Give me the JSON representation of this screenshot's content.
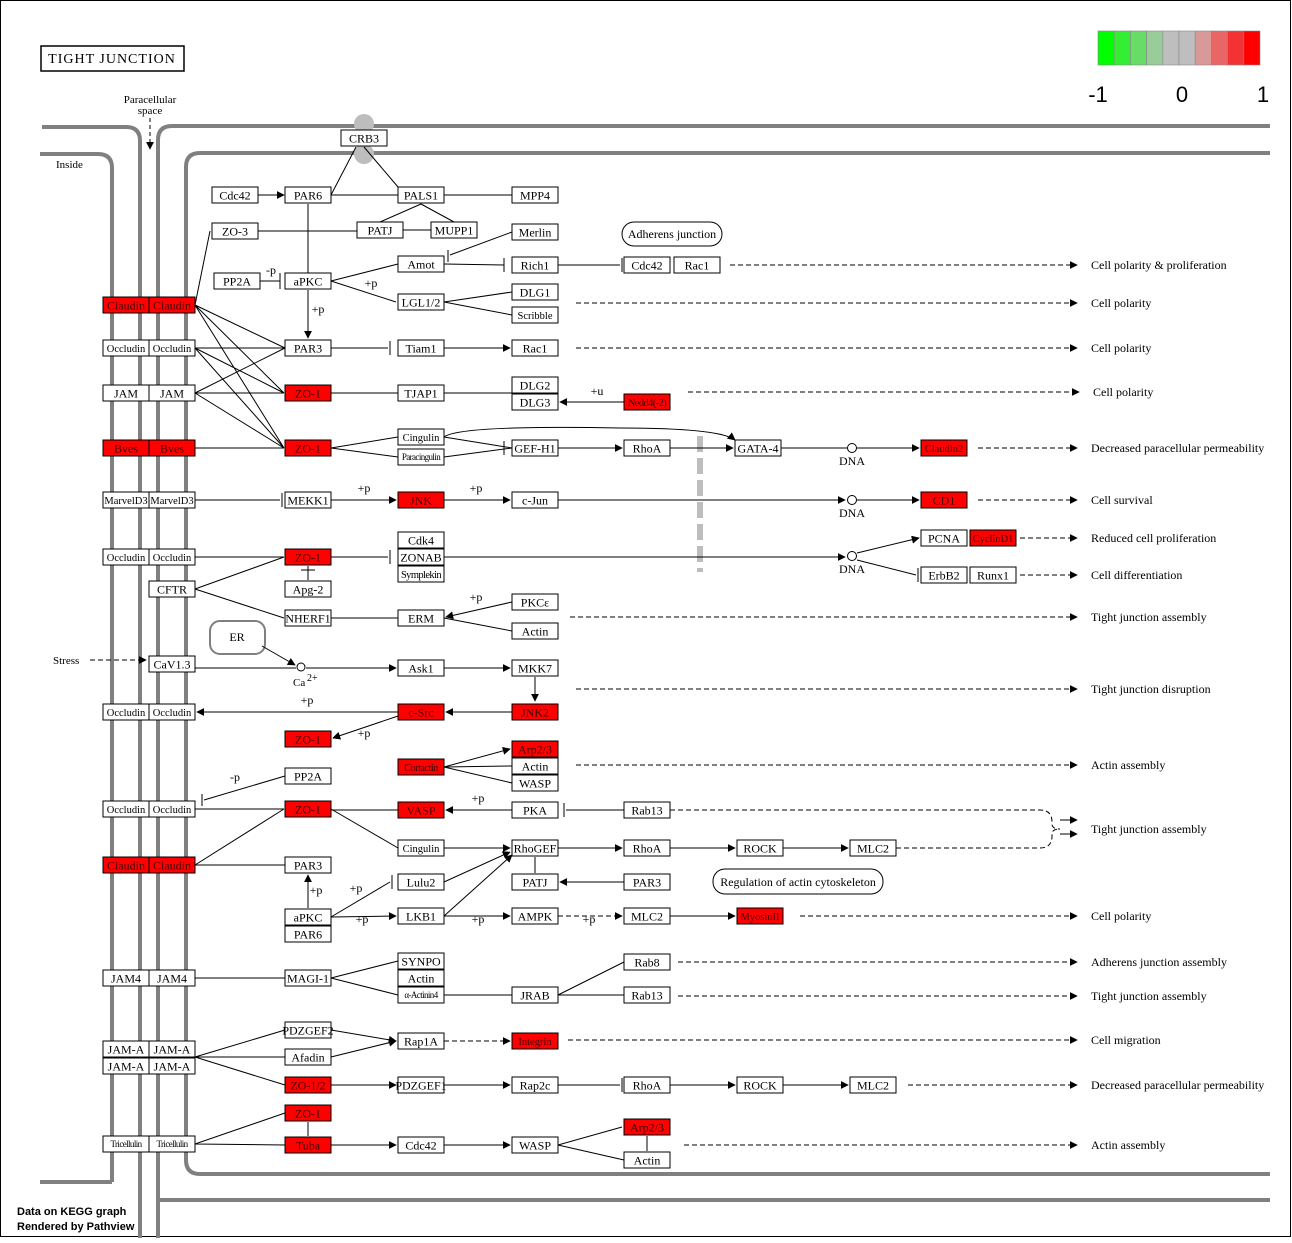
{
  "title": "TIGHT JUNCTION",
  "legend": {
    "colors": [
      "#00ff00",
      "#33ee33",
      "#66dd66",
      "#99cc99",
      "#bebebe",
      "#bebebe",
      "#d99999",
      "#e96666",
      "#f33333",
      "#ff0000"
    ],
    "ticks": [
      "-1",
      "0",
      "1"
    ]
  },
  "colors": {
    "up": "#ff0000",
    "none": "#ffffff",
    "membrane": "#808080"
  },
  "labels": {
    "paracellular": [
      "Paracellular",
      "space"
    ],
    "inside": "Inside",
    "stress": "Stress",
    "er": "ER",
    "ca": "Ca",
    "ca_sup": "2+",
    "adherens": "Adherens junction",
    "regulation": "Regulation of actin cytoskeleton",
    "footer": [
      "Data on KEGG graph",
      "Rendered by Pathview"
    ]
  },
  "boxes": [
    [
      "CRB3",
      364,
      138,
      46,
      "n"
    ],
    [
      "Cdc42",
      235,
      195,
      46,
      "n"
    ],
    [
      "PAR6",
      308,
      195,
      46,
      "n"
    ],
    [
      "PALS1",
      421,
      195,
      46,
      "n"
    ],
    [
      "MPP4",
      535,
      195,
      46,
      "n"
    ],
    [
      "ZO-3",
      235,
      231,
      46,
      "n"
    ],
    [
      "PATJ",
      380,
      230,
      46,
      "n"
    ],
    [
      "MUPP1",
      454,
      230,
      46,
      "n"
    ],
    [
      "Merlin",
      535,
      232,
      46,
      "n"
    ],
    [
      "PP2A",
      237,
      281,
      46,
      "n"
    ],
    [
      "aPKC",
      308,
      281,
      46,
      "n"
    ],
    [
      "Amot",
      421,
      264,
      46,
      "n"
    ],
    [
      "Rich1",
      535,
      265,
      46,
      "n"
    ],
    [
      "Cdc42",
      647,
      265,
      46,
      "n"
    ],
    [
      "Rac1",
      697,
      265,
      46,
      "n"
    ],
    [
      "LGL1/2",
      421,
      302,
      46,
      "n"
    ],
    [
      "DLG1",
      535,
      292,
      46,
      "n"
    ],
    [
      "Scribble",
      535,
      315,
      46,
      "n"
    ],
    [
      "Claudin",
      126,
      305,
      46,
      "u"
    ],
    [
      "Claudin",
      172,
      305,
      46,
      "u"
    ],
    [
      "Occludin",
      126,
      348,
      46,
      "n"
    ],
    [
      "Occludin",
      172,
      348,
      46,
      "n"
    ],
    [
      "PAR3",
      308,
      348,
      46,
      "n"
    ],
    [
      "Tiam1",
      421,
      348,
      46,
      "n"
    ],
    [
      "Rac1",
      535,
      348,
      46,
      "n"
    ],
    [
      "JAM",
      126,
      393,
      46,
      "n"
    ],
    [
      "JAM",
      172,
      393,
      46,
      "n"
    ],
    [
      "ZO-1",
      308,
      393,
      46,
      "u"
    ],
    [
      "TJAP1",
      421,
      393,
      46,
      "n"
    ],
    [
      "DLG2",
      535,
      385,
      46,
      "n"
    ],
    [
      "DLG3",
      535,
      402,
      46,
      "n"
    ],
    [
      "Nedd4(-2)",
      647,
      402,
      46,
      "u"
    ],
    [
      "Bves",
      126,
      448,
      46,
      "u"
    ],
    [
      "Bves",
      172,
      448,
      46,
      "u"
    ],
    [
      "ZO-1",
      308,
      448,
      46,
      "u"
    ],
    [
      "Cingulin",
      421,
      437,
      46,
      "n"
    ],
    [
      "Paracingulin",
      421,
      457,
      46,
      "n"
    ],
    [
      "GEF-H1",
      535,
      448,
      46,
      "n"
    ],
    [
      "RhoA",
      647,
      448,
      46,
      "n"
    ],
    [
      "GATA-4",
      758,
      448,
      46,
      "n"
    ],
    [
      "Claudin2",
      944,
      448,
      46,
      "u"
    ],
    [
      "MarvelD3",
      126,
      500,
      46,
      "n"
    ],
    [
      "MarvelD3",
      172,
      500,
      46,
      "n"
    ],
    [
      "MEKK1",
      308,
      500,
      46,
      "n"
    ],
    [
      "JNK",
      421,
      500,
      46,
      "u"
    ],
    [
      "c-Jun",
      535,
      500,
      46,
      "n"
    ],
    [
      "CD1",
      944,
      500,
      46,
      "u"
    ],
    [
      "Cdk4",
      421,
      540,
      46,
      "n"
    ],
    [
      "ZONAB",
      421,
      557,
      46,
      "n"
    ],
    [
      "Symplekin",
      421,
      574,
      46,
      "n"
    ],
    [
      "PCNA",
      944,
      538,
      46,
      "n"
    ],
    [
      "CyclinD1",
      993,
      538,
      46,
      "u"
    ],
    [
      "Occludin",
      126,
      557,
      46,
      "n"
    ],
    [
      "Occludin",
      172,
      557,
      46,
      "n"
    ],
    [
      "ZO-1",
      308,
      557,
      46,
      "u"
    ],
    [
      "Apg-2",
      308,
      589,
      46,
      "n"
    ],
    [
      "ErbB2",
      944,
      575,
      46,
      "n"
    ],
    [
      "Runx1",
      993,
      575,
      46,
      "n"
    ],
    [
      "CFTR",
      172,
      589,
      46,
      "n"
    ],
    [
      "NHERF1",
      308,
      618,
      46,
      "n"
    ],
    [
      "ERM",
      421,
      618,
      46,
      "n"
    ],
    [
      "PKCε",
      535,
      602,
      46,
      "n"
    ],
    [
      "Actin",
      535,
      631,
      46,
      "n"
    ],
    [
      "CaV1.3",
      172,
      664,
      46,
      "n"
    ],
    [
      "Ask1",
      421,
      668,
      46,
      "n"
    ],
    [
      "MKK7",
      535,
      668,
      46,
      "n"
    ],
    [
      "Occludin",
      126,
      712,
      46,
      "n"
    ],
    [
      "Occludin",
      172,
      712,
      46,
      "n"
    ],
    [
      "c-Src",
      421,
      712,
      46,
      "u"
    ],
    [
      "JNK2",
      535,
      712,
      46,
      "u"
    ],
    [
      "ZO-1",
      308,
      739,
      46,
      "u"
    ],
    [
      "Cortactin",
      421,
      767,
      46,
      "u"
    ],
    [
      "Arp2/3",
      535,
      749,
      46,
      "u"
    ],
    [
      "Actin",
      535,
      766,
      46,
      "n"
    ],
    [
      "WASP",
      535,
      783,
      46,
      "n"
    ],
    [
      "PP2A",
      308,
      776,
      46,
      "n"
    ],
    [
      "Occludin",
      126,
      809,
      46,
      "n"
    ],
    [
      "Occludin",
      172,
      809,
      46,
      "n"
    ],
    [
      "ZO-1",
      308,
      809,
      46,
      "u"
    ],
    [
      "VASP",
      421,
      810,
      46,
      "u"
    ],
    [
      "PKA",
      535,
      810,
      46,
      "n"
    ],
    [
      "Rab13",
      647,
      810,
      46,
      "n"
    ],
    [
      "Claudin",
      126,
      865,
      46,
      "u"
    ],
    [
      "Claudin",
      172,
      865,
      46,
      "u"
    ],
    [
      "PAR3",
      308,
      865,
      46,
      "n"
    ],
    [
      "Cingulin",
      421,
      848,
      46,
      "n"
    ],
    [
      "RhoGEF",
      535,
      848,
      46,
      "n"
    ],
    [
      "RhoA",
      647,
      848,
      46,
      "n"
    ],
    [
      "ROCK",
      760,
      848,
      46,
      "n"
    ],
    [
      "MLC2",
      873,
      848,
      46,
      "n"
    ],
    [
      "Lulu2",
      421,
      882,
      46,
      "n"
    ],
    [
      "PATJ",
      535,
      882,
      46,
      "n"
    ],
    [
      "PAR3",
      647,
      882,
      46,
      "n"
    ],
    [
      "aPKC",
      308,
      917,
      46,
      "n"
    ],
    [
      "PAR6",
      308,
      934,
      46,
      "n"
    ],
    [
      "LKB1",
      421,
      916,
      46,
      "n"
    ],
    [
      "AMPK",
      535,
      916,
      46,
      "n"
    ],
    [
      "MLC2",
      647,
      916,
      46,
      "n"
    ],
    [
      "MyosinII",
      760,
      916,
      46,
      "u"
    ],
    [
      "JAM4",
      126,
      978,
      46,
      "n"
    ],
    [
      "JAM4",
      172,
      978,
      46,
      "n"
    ],
    [
      "MAGI-1",
      308,
      978,
      46,
      "n"
    ],
    [
      "SYNPO",
      421,
      961,
      46,
      "n"
    ],
    [
      "Actin",
      421,
      978,
      46,
      "n"
    ],
    [
      "α-Actinin4",
      421,
      995,
      46,
      "n"
    ],
    [
      "JRAB",
      535,
      995,
      46,
      "n"
    ],
    [
      "Rab8",
      647,
      962,
      46,
      "n"
    ],
    [
      "Rab13",
      647,
      995,
      46,
      "n"
    ],
    [
      "PDZGEF2",
      308,
      1030,
      46,
      "n"
    ],
    [
      "JAM-A",
      126,
      1049,
      46,
      "n"
    ],
    [
      "JAM-A",
      172,
      1049,
      46,
      "n"
    ],
    [
      "JAM-A",
      126,
      1066,
      46,
      "n"
    ],
    [
      "JAM-A",
      172,
      1066,
      46,
      "n"
    ],
    [
      "Afadin",
      308,
      1057,
      46,
      "n"
    ],
    [
      "Rap1A",
      421,
      1041,
      46,
      "n"
    ],
    [
      "Integrin",
      535,
      1041,
      46,
      "u"
    ],
    [
      "ZO-1/2",
      308,
      1085,
      46,
      "u"
    ],
    [
      "PDZGEF1",
      421,
      1085,
      46,
      "n"
    ],
    [
      "Rap2c",
      535,
      1085,
      46,
      "n"
    ],
    [
      "RhoA",
      647,
      1085,
      46,
      "n"
    ],
    [
      "ROCK",
      760,
      1085,
      46,
      "n"
    ],
    [
      "MLC2",
      873,
      1085,
      46,
      "n"
    ],
    [
      "ZO-1",
      308,
      1113,
      46,
      "u"
    ],
    [
      "Arp2/3",
      647,
      1127,
      46,
      "u"
    ],
    [
      "Tricellulin",
      126,
      1144,
      46,
      "n"
    ],
    [
      "Tricellulin",
      172,
      1144,
      46,
      "n"
    ],
    [
      "Tuba",
      308,
      1145,
      46,
      "u"
    ],
    [
      "Cdc42",
      421,
      1145,
      46,
      "n"
    ],
    [
      "WASP",
      535,
      1145,
      46,
      "n"
    ],
    [
      "Actin",
      647,
      1160,
      46,
      "n"
    ]
  ],
  "outcomes": [
    [
      "Cell polarity & proliferation",
      1091,
      265,
      730
    ],
    [
      "Cell polarity",
      1091,
      303,
      576
    ],
    [
      "Cell polarity",
      1091,
      348,
      576
    ],
    [
      "Cell polarity",
      1093,
      392,
      688
    ],
    [
      "Decreased paracellular permeability",
      1091,
      448,
      978
    ],
    [
      "Cell survival",
      1091,
      500,
      978
    ],
    [
      "Reduced cell proliferation",
      1091,
      538,
      1020
    ],
    [
      "Cell differentiation",
      1091,
      575,
      1020
    ],
    [
      "Tight junction assembly",
      1091,
      617,
      570
    ],
    [
      "Tight junction disruption",
      1091,
      689,
      576
    ],
    [
      "Actin assembly",
      1091,
      765,
      576
    ],
    [
      "Tight junction assembly",
      1091,
      829,
      0
    ],
    [
      "Cell polarity",
      1091,
      916,
      800
    ],
    [
      "Adherens junction assembly",
      1091,
      962,
      678
    ],
    [
      "Tight junction assembly",
      1091,
      996,
      678
    ],
    [
      "Cell migration",
      1091,
      1040,
      568
    ],
    [
      "Decreased paracellular permeability",
      1091,
      1085,
      908
    ],
    [
      "Actin assembly",
      1091,
      1145,
      684
    ]
  ],
  "edge_labels": [
    [
      "-p",
      271,
      274
    ],
    [
      "+p",
      318,
      313
    ],
    [
      "+p",
      371,
      287
    ],
    [
      "+u",
      597,
      395
    ],
    [
      "+p",
      364,
      492
    ],
    [
      "+p",
      476,
      492
    ],
    [
      "+p",
      476,
      601
    ],
    [
      "+p",
      307,
      704
    ],
    [
      "+p",
      364,
      737
    ],
    [
      "-p",
      235,
      781
    ],
    [
      "+p",
      478,
      802
    ],
    [
      "+p",
      316,
      894
    ],
    [
      "+p",
      356,
      892
    ],
    [
      "+p",
      362,
      923
    ],
    [
      "+p",
      478,
      923
    ],
    [
      "+p",
      589,
      923
    ]
  ],
  "dna": [
    [
      "DNA",
      852,
      448
    ],
    [
      "DNA",
      852,
      500
    ],
    [
      "DNA",
      852,
      556
    ]
  ]
}
